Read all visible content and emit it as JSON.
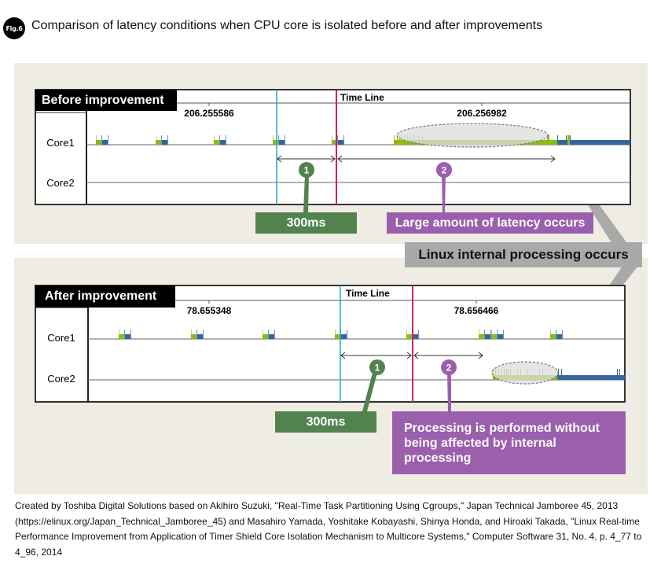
{
  "header": {
    "badge": "Fig.6",
    "title": "Comparison of latency conditions when CPU core is isolated before and after improvements"
  },
  "panels": [
    {
      "label": "Before improvement",
      "timeline_label": "Time Line",
      "ticks": [
        "206.255586",
        "206.256982"
      ],
      "rows": [
        "Core1",
        "Core2"
      ],
      "markers": [
        "1",
        "2"
      ],
      "callout_1": "300ms",
      "callout_2": "Large amount of latency occurs"
    },
    {
      "label": "After improvement",
      "timeline_label": "Time Line",
      "ticks": [
        "78.655348",
        "78.656466"
      ],
      "rows": [
        "Core1",
        "Core2"
      ],
      "markers": [
        "1",
        "2"
      ],
      "callout_1": "300ms",
      "callout_2": "Processing is performed without being affected by internal processing"
    }
  ],
  "shared_callout": "Linux internal processing occurs",
  "colors": {
    "background_panel": "#efece4",
    "task_green": "#8dbb14",
    "task_blue": "#336699",
    "line_cyan": "#1ea9c9",
    "line_magenta": "#cc2266",
    "callout_green": "#52834f",
    "callout_purple": "#9b5fad",
    "callout_gray": "#a9a9a9"
  },
  "footer": {
    "credit": "Created by Toshiba Digital Solutions based on Akihiro Suzuki, \"Real-Time Task Partitioning Using Cgroups,\" Japan Technical Jamboree 45, 2013 (https://elinux.org/Japan_Technical_Jamboree_45) and Masahiro Yamada, Yoshitake Kobayashi, Shinya Honda, and Hiroaki Takada, \"Linux Real-time Performance Improvement from Application of Timer Shield Core Isolation Mechanism to Multicore Systems,\" Computer Software 31, No. 4, p. 4_77 to 4_96, 2014"
  }
}
